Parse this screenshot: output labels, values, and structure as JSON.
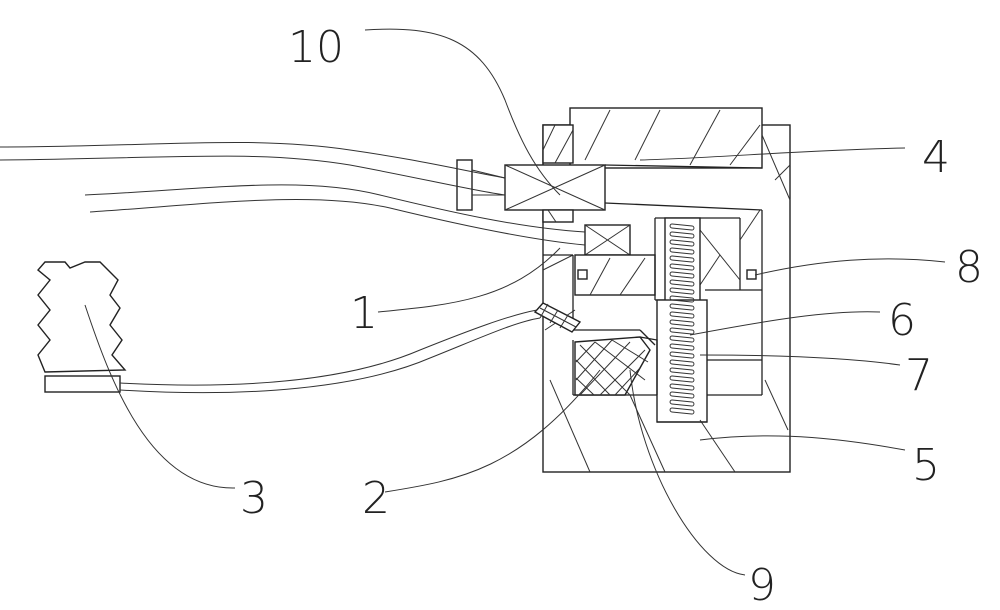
{
  "labels": {
    "l1": "1",
    "l2": "2",
    "l3": "3",
    "l4": "4",
    "l5": "5",
    "l6": "6",
    "l7": "7",
    "l8": "8",
    "l9": "9",
    "l10": "10"
  },
  "colors": {
    "stroke": "#222222",
    "background": "#ffffff"
  }
}
